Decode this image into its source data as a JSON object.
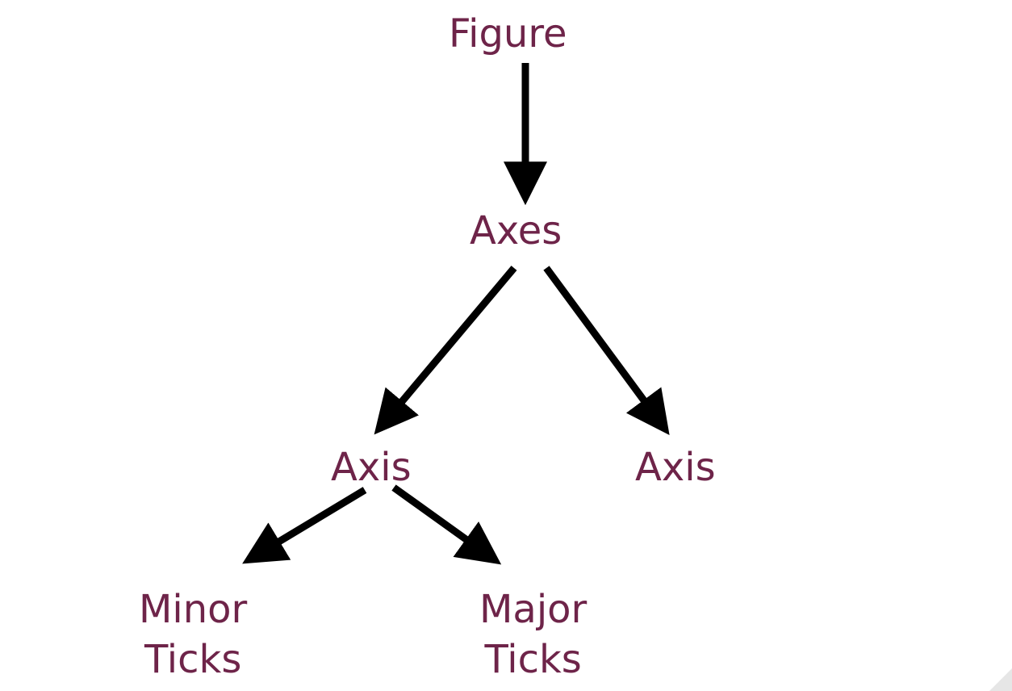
{
  "nodes": {
    "figure": "Figure",
    "axes": "Axes",
    "axis_left": "Axis",
    "axis_right": "Axis",
    "minor_ticks": [
      "Minor",
      "Ticks"
    ],
    "major_ticks": [
      "Major",
      "Ticks"
    ]
  },
  "edges": [
    {
      "from": "Figure",
      "to": "Axes"
    },
    {
      "from": "Axes",
      "to": "Axis (left)"
    },
    {
      "from": "Axes",
      "to": "Axis (right)"
    },
    {
      "from": "Axis (left)",
      "to": "Minor Ticks"
    },
    {
      "from": "Axis (left)",
      "to": "Major Ticks"
    }
  ],
  "colors": {
    "label": "#6e2449",
    "arrow": "#000000",
    "background": "#ffffff"
  }
}
